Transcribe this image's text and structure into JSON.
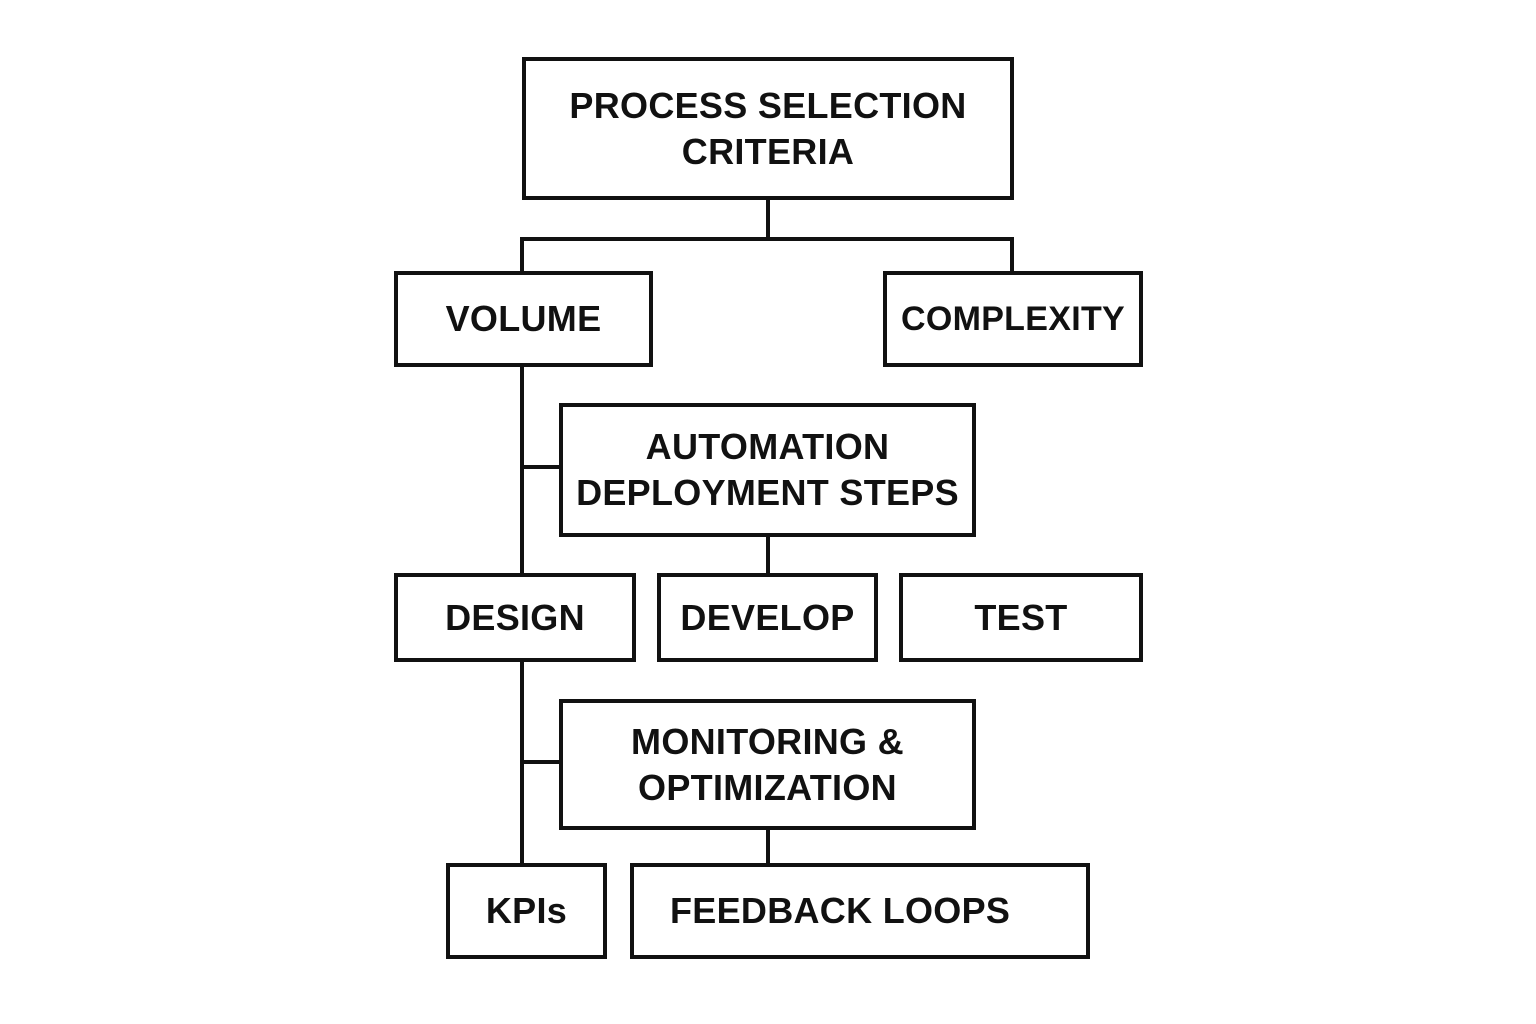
{
  "nodes": {
    "root": {
      "line1": "PROCESS SELECTION",
      "line2": "CRITERIA"
    },
    "volume": {
      "label": "VOLUME"
    },
    "complexity": {
      "label": "COMPLEXITY"
    },
    "automation": {
      "line1": "AUTOMATION",
      "line2": "DEPLOYMENT STEPS"
    },
    "design": {
      "label": "DESIGN"
    },
    "develop": {
      "label": "DEVELOP"
    },
    "test": {
      "label": "TEST"
    },
    "monitoring": {
      "line1": "MONITORING &",
      "line2": "OPTIMIZATION"
    },
    "kpis": {
      "label": "KPIs"
    },
    "feedback": {
      "label": "FEEDBACK LOOPS"
    }
  },
  "colors": {
    "stroke": "#111111",
    "background": "#ffffff"
  }
}
